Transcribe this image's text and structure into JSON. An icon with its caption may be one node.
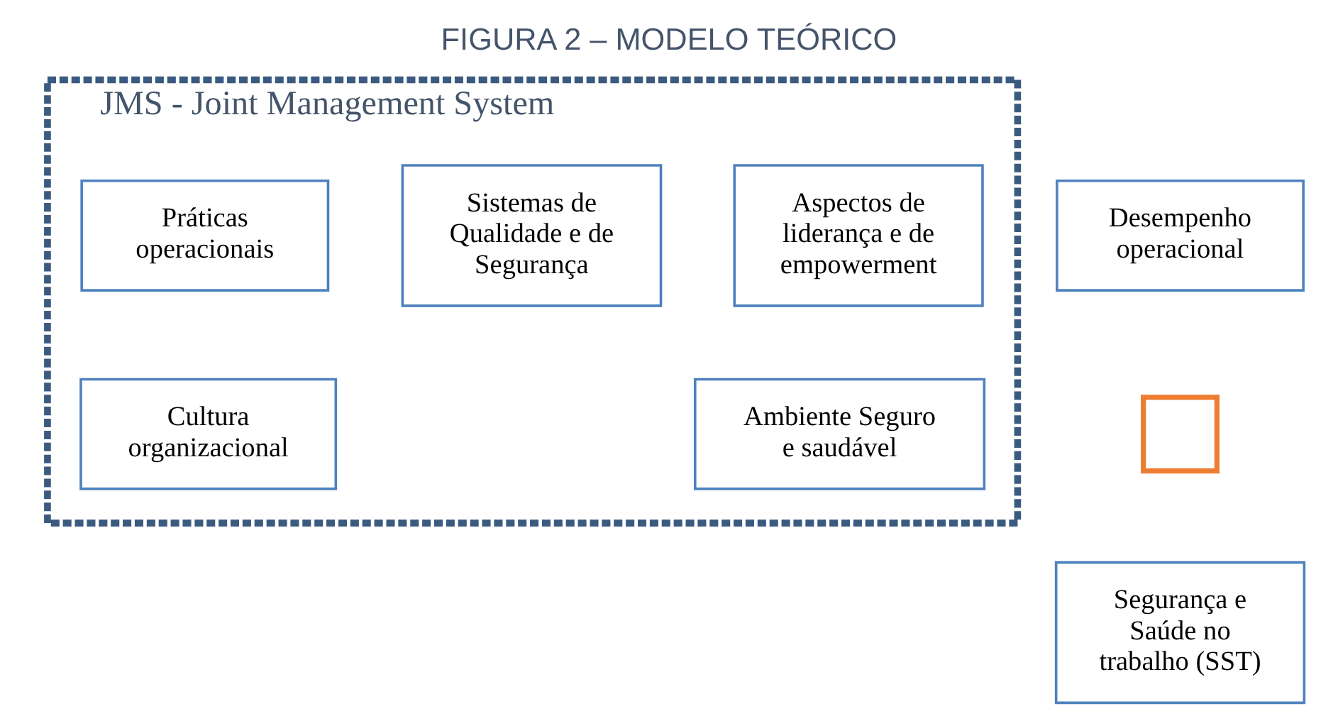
{
  "diagram": {
    "title": "FIGURA 2 – MODELO TEÓRICO",
    "nodes": [
      {
        "text": [
          "JMS - Joint Management System"
        ]
      },
      {
        "text": [
          "Práticas operacionais"
        ],
        "in": 0
      },
      {
        "text": [
          "Sistemas de Qualidade e de Segurança"
        ],
        "in": 0
      },
      {
        "text": [
          "Aspectos de liderança e de empowerment"
        ],
        "in": 0
      },
      {
        "text": [
          "Cultura organizacional"
        ],
        "in": 0
      },
      {
        "text": [
          "Ambiente Seguro e saudável"
        ],
        "in": 0
      },
      {
        "text": [
          "Desempenho operacional"
        ]
      },
      {
        "text": [],
        "shape": "plus"
      },
      {
        "text": [
          "Segurança e Saúde no trabalho (SST)"
        ]
      }
    ],
    "edges": []
  }
}
